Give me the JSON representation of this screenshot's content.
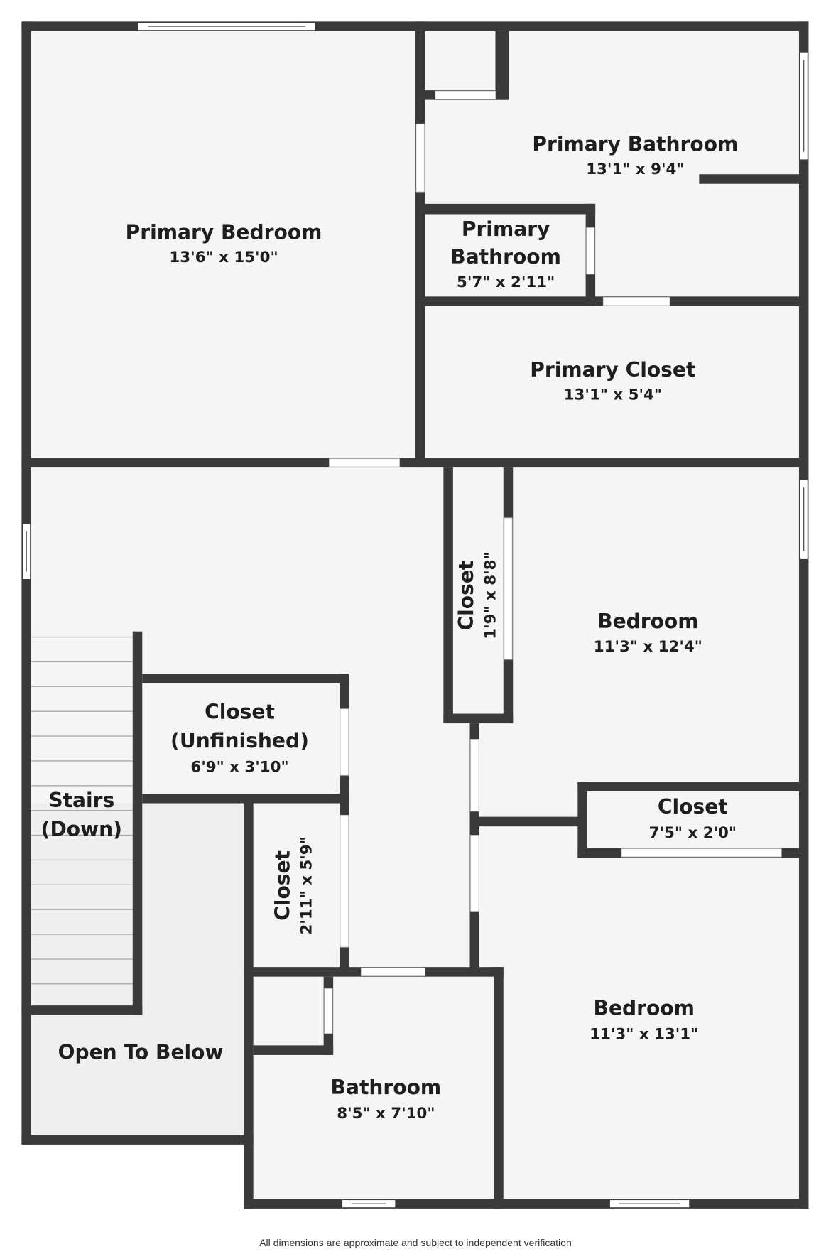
{
  "rooms": {
    "primary_bedroom": {
      "name": "Primary Bedroom",
      "dim": "13'6\" x 15'0\""
    },
    "primary_bathroom": {
      "name": "Primary Bathroom",
      "dim": "13'1\" x 9'4\""
    },
    "primary_bathroom_small": {
      "name_line1": "Primary",
      "name_line2": "Bathroom",
      "dim": "5'7\" x 2'11\""
    },
    "primary_closet": {
      "name": "Primary Closet",
      "dim": "13'1\" x 5'4\""
    },
    "closet_narrow": {
      "name": "Closet",
      "dim": "1'9\" x 8'8\""
    },
    "bedroom_1": {
      "name": "Bedroom",
      "dim": "11'3\" x 12'4\""
    },
    "closet_unfinished": {
      "name": "Closet",
      "name_line2": "(Unfinished)",
      "dim": "6'9\" x 3'10\""
    },
    "stairs": {
      "name_line1": "Stairs",
      "name_line2": "(Down)"
    },
    "closet_hall": {
      "name": "Closet",
      "dim": "2'11\" x 5'9\""
    },
    "closet_bedroom": {
      "name": "Closet",
      "dim": "7'5\" x 2'0\""
    },
    "open_to_below": {
      "name": "Open To Below"
    },
    "bathroom": {
      "name": "Bathroom",
      "dim": "8'5\" x 7'10\""
    },
    "bedroom_2": {
      "name": "Bedroom",
      "dim": "11'3\" x 13'1\""
    }
  },
  "footer": "All dimensions are approximate and subject to independent verification",
  "colors": {
    "wall": "#3a3a3a",
    "floor": "#f5f5f5",
    "open_area": "#efefef"
  }
}
